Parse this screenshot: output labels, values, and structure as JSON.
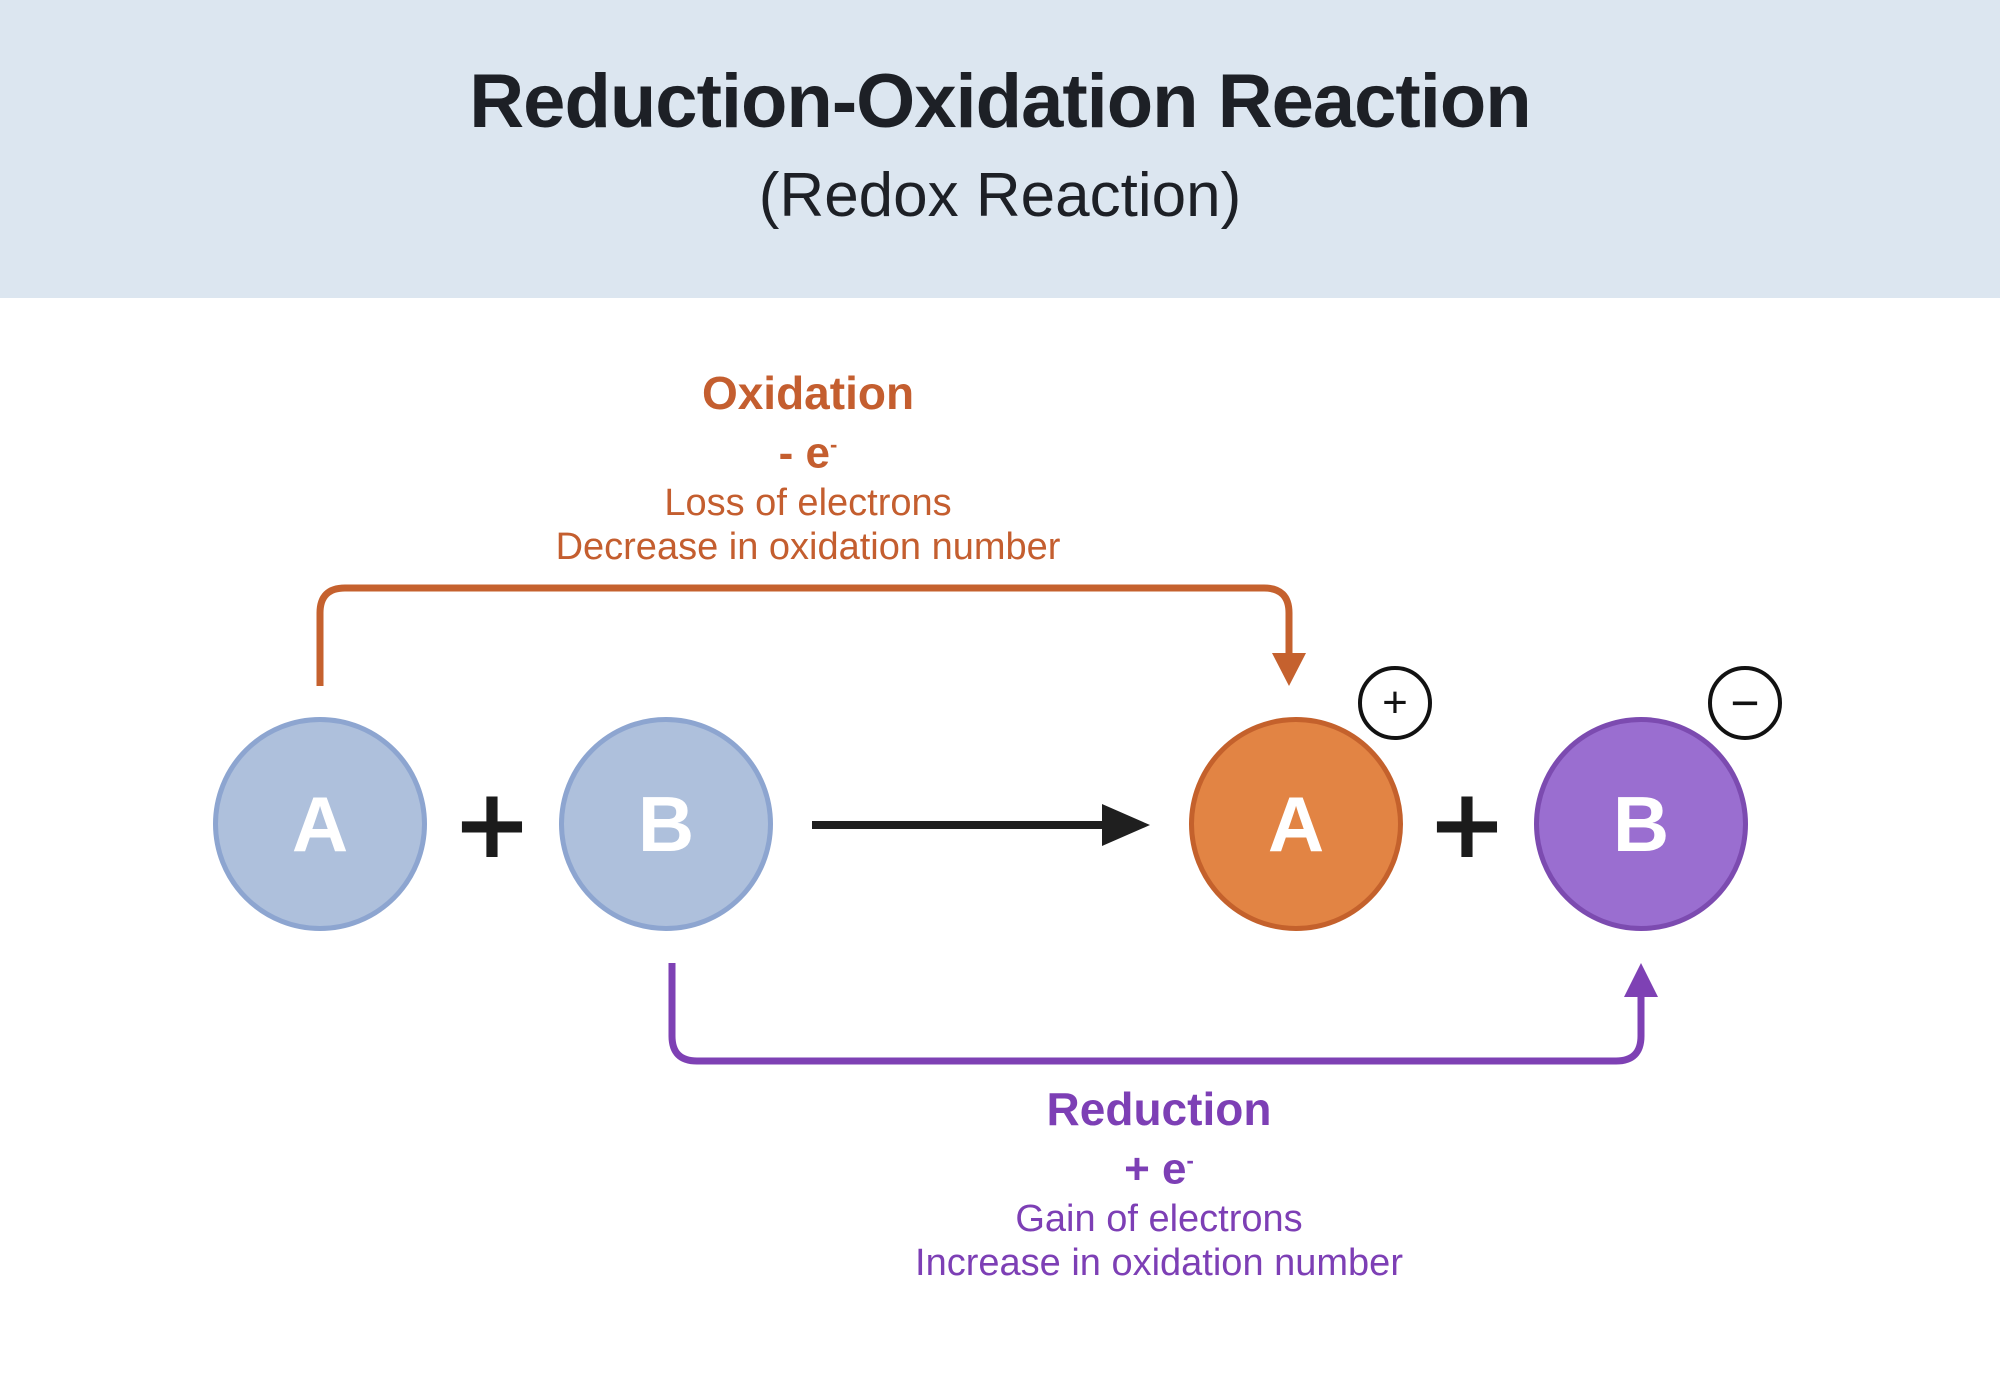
{
  "header": {
    "title": "Reduction-Oxidation Reaction",
    "subtitle": "(Redox Reaction)",
    "background": "#dce6f0",
    "text_color": "#1d2026"
  },
  "oxidation_label": {
    "title": "Oxidation",
    "electron_change": "- e",
    "electron_superscript": "-",
    "line1": "Loss of electrons",
    "line2": "Decrease in oxidation number",
    "color": "#c45e2f"
  },
  "reduction_label": {
    "title": "Reduction",
    "electron_change": "+ e",
    "electron_superscript": "-",
    "line1": "Gain of electrons",
    "line2": "Increase in oxidation number",
    "color": "#7d3fb5"
  },
  "equation": {
    "reactant_a": {
      "label": "A",
      "fill": "#aec0dc",
      "border": "#8da5d0",
      "label_color": "#ffffff"
    },
    "operator_left": "+",
    "reactant_b": {
      "label": "B",
      "fill": "#aec0dc",
      "border": "#8da5d0",
      "label_color": "#ffffff"
    },
    "product_a": {
      "label": "A",
      "charge": "+",
      "fill": "#e28444",
      "border": "#c4612c",
      "label_color": "#ffffff"
    },
    "operator_right": "+",
    "product_b": {
      "label": "B",
      "charge": "−",
      "fill": "#9a6ed0",
      "border": "#7c4bb0",
      "label_color": "#ffffff"
    },
    "operator_color": "#1b1b1b"
  },
  "arrows": {
    "oxidation_color": "#c5612e",
    "reduction_color": "#7e41b4",
    "reaction_color": "#1f1f1f",
    "badge_outline": "#121212"
  }
}
